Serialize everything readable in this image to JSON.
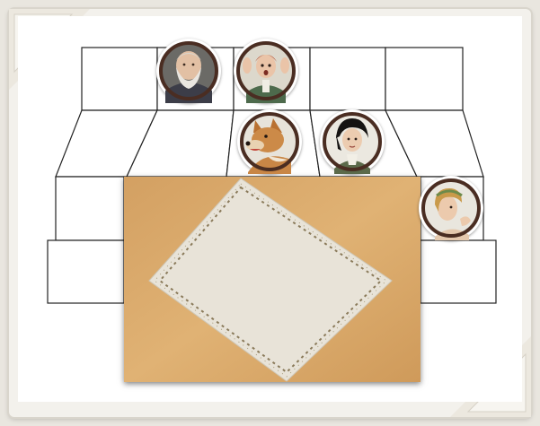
{
  "board": {
    "name": "seating-board",
    "rows": 4
  },
  "tokens": [
    {
      "name": "old-man-token",
      "icon": "bearded-old-man-portrait"
    },
    {
      "name": "surprised-man-token",
      "icon": "surprised-red-haired-man-portrait"
    },
    {
      "name": "dog-token",
      "icon": "corgi-dog-portrait"
    },
    {
      "name": "woman-black-hair-token",
      "icon": "woman-with-black-hair-portrait"
    },
    {
      "name": "woman-blonde-token",
      "icon": "blonde-woman-portrait"
    }
  ],
  "card": {
    "name": "tablecloth-card",
    "icon": "diamond-tablecloth",
    "colors": {
      "background": "#d9a765",
      "cloth": "#e8e3d8",
      "vine": "#8a7a5a"
    }
  },
  "colors": {
    "grid_line": "#222222",
    "token_border": "#4a2d22",
    "paper": "#f3f1ec"
  }
}
